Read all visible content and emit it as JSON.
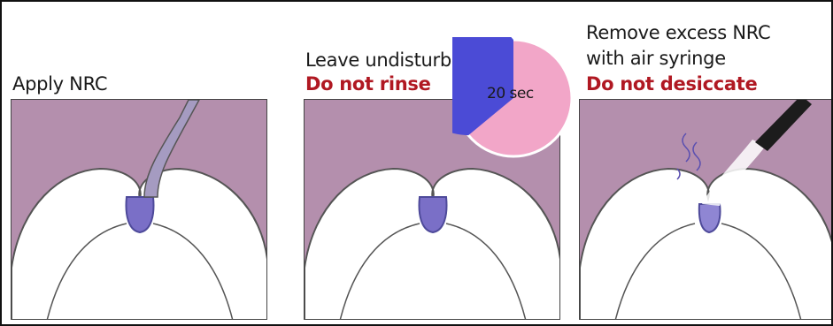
{
  "steps": [
    {
      "line1": "Apply NRC",
      "line2": ""
    },
    {
      "line1": "Leave undisturbed",
      "line2": "Do not rinse"
    },
    {
      "line1": "Remove excess NRC",
      "line1b": "with air syringe",
      "line2": "Do not desiccate"
    }
  ],
  "timer": {
    "label": "20 sec",
    "elapsed_fraction": 0.36
  },
  "colors": {
    "panel_bg": "#b48fad",
    "tooth": "#ffffff",
    "nrc_material": "#7a6fc7",
    "timer_elapsed": "#4b4bd6",
    "timer_remaining": "#f2a6c8",
    "warning_text": "#b01822"
  }
}
